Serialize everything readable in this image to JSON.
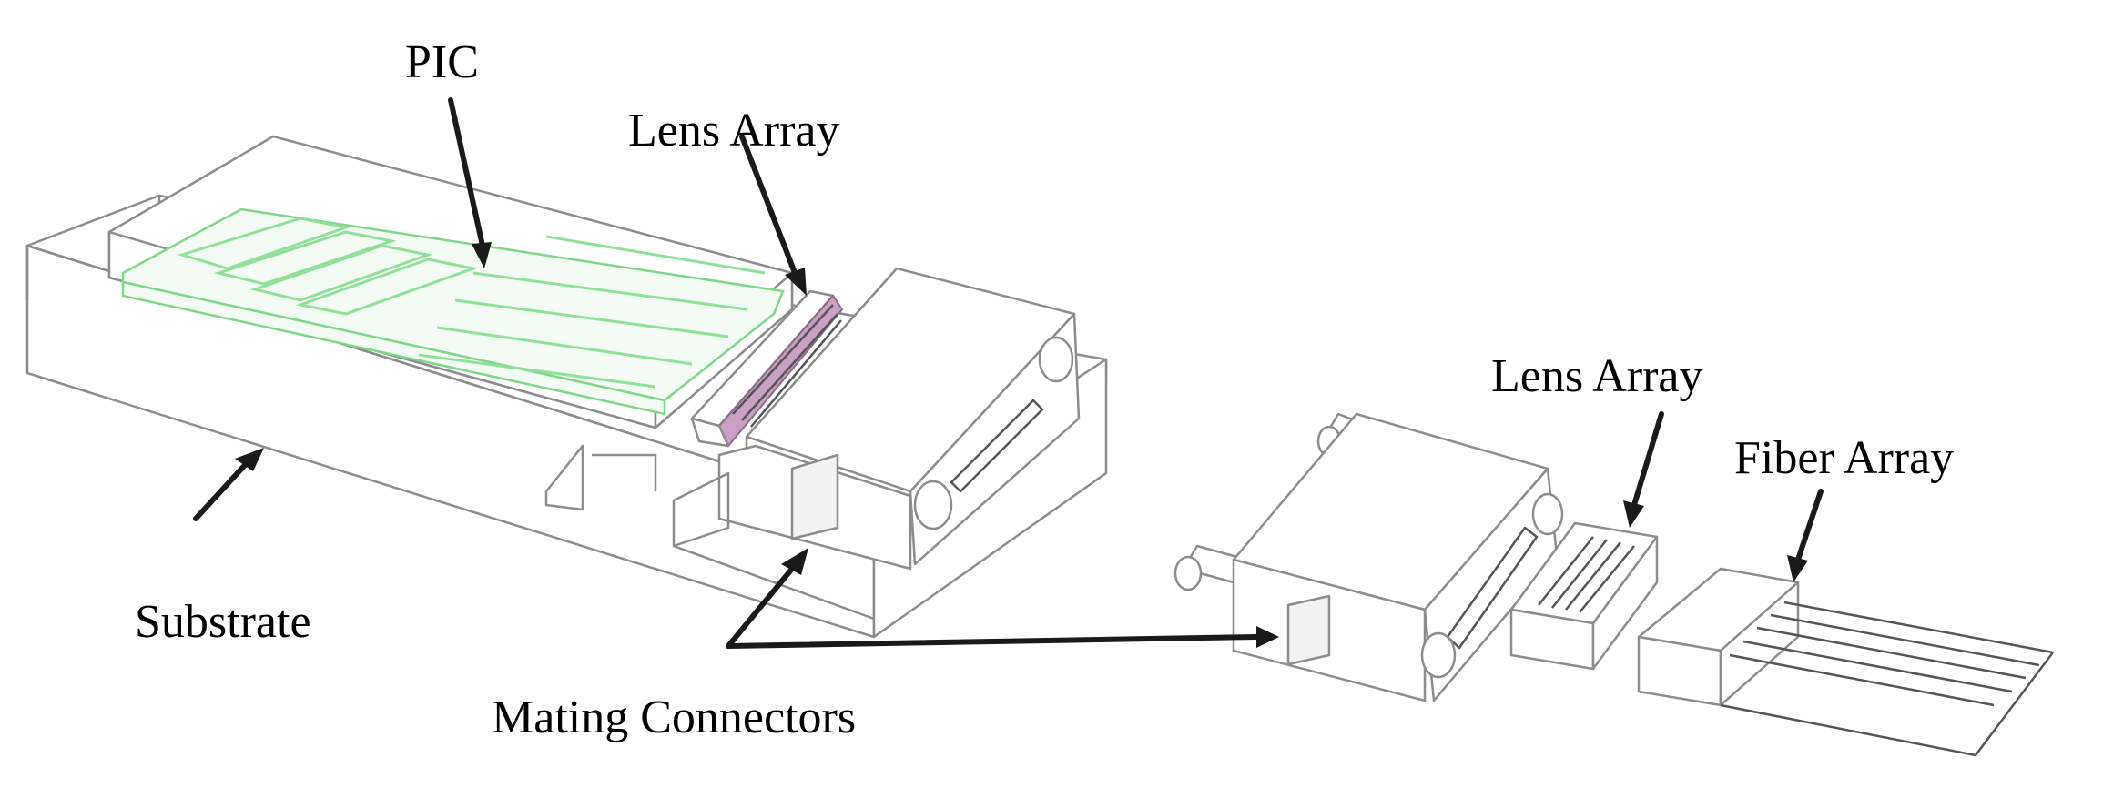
{
  "diagram": {
    "labels": {
      "pic": "PIC",
      "lens_array_left": "Lens Array",
      "lens_array_right": "Lens Array",
      "fiber_array": "Fiber Array",
      "substrate": "Substrate",
      "mating_connectors": "Mating Connectors"
    },
    "colors": {
      "pic_green": "#8fe09a",
      "lens_pink": "#caa0c4",
      "outline_grey": "#8c8c8c",
      "leader_black": "#1a1a1a"
    }
  }
}
